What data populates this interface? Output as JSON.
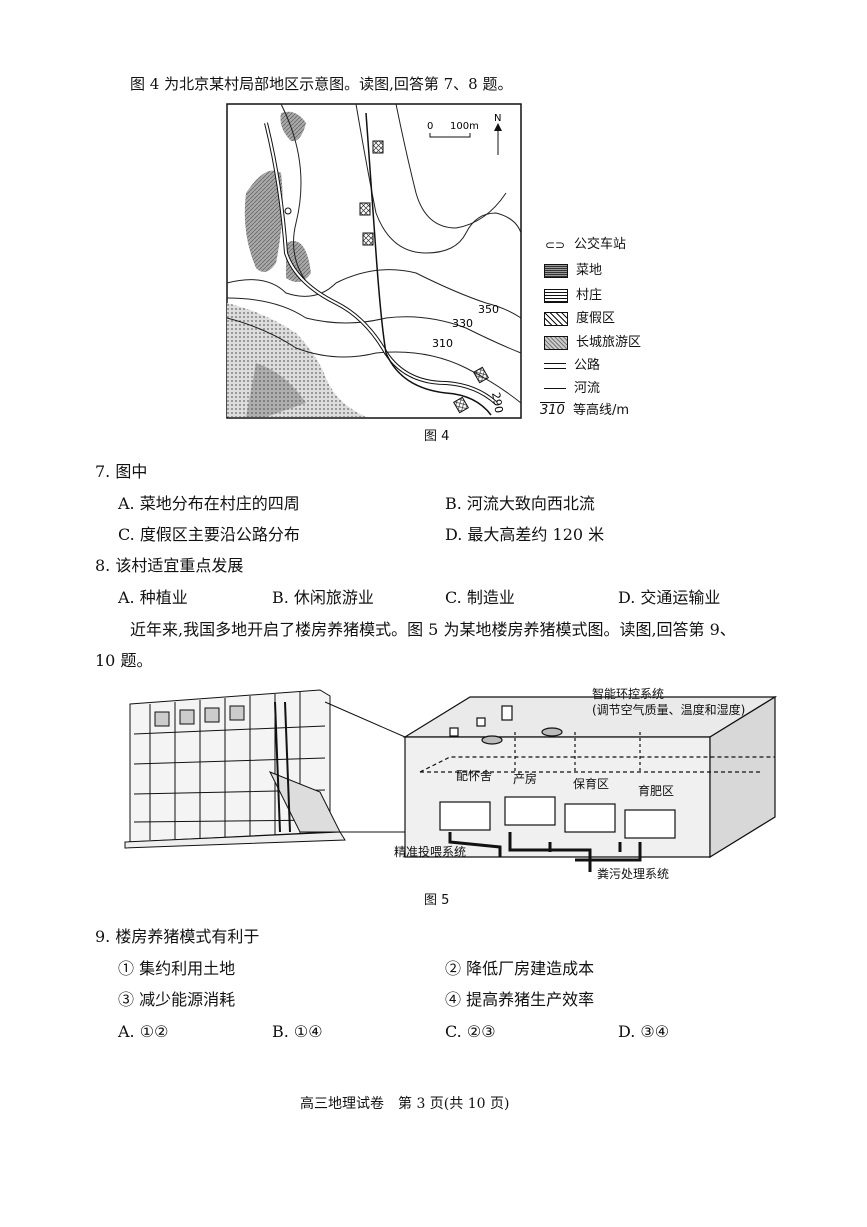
{
  "intro78": "图 4 为北京某村局部地区示意图。读图,回答第 7、8 题。",
  "map": {
    "scale_zero": "0",
    "scale_len": "100m",
    "north": "N",
    "contours": [
      "350",
      "330",
      "310",
      "290"
    ],
    "caption": "图 4"
  },
  "legend": [
    {
      "icon": "bus-stop-icon",
      "label": "公交车站"
    },
    {
      "icon": "vegetable-field-icon",
      "label": "菜地"
    },
    {
      "icon": "village-icon",
      "label": "村庄"
    },
    {
      "icon": "resort-icon",
      "label": "度假区"
    },
    {
      "icon": "great-wall-tourism-icon",
      "label": "长城旅游区"
    },
    {
      "icon": "road-icon",
      "label": "公路"
    },
    {
      "icon": "river-icon",
      "label": "河流"
    },
    {
      "icon": "contour-icon",
      "label": "等高线/m",
      "sample": "310"
    }
  ],
  "q7": {
    "stem": "7. 图中",
    "A": "A. 菜地分布在村庄的四周",
    "B": "B. 河流大致向西北流",
    "C": "C. 度假区主要沿公路分布",
    "D": "D. 最大高差约 120 米"
  },
  "q8": {
    "stem": "8. 该村适宜重点发展",
    "A": "A. 种植业",
    "B": "B. 休闲旅游业",
    "C": "C. 制造业",
    "D": "D. 交通运输业"
  },
  "intro910_l1": "近年来,我国多地开启了楼房养猪模式。图 5 为某地楼房养猪模式图。读图,回答第 9、",
  "intro910_l2": "10 题。",
  "fig5": {
    "env_l1": "智能环控系统",
    "env_l2": "(调节空气质量、温度和湿度)",
    "zones": [
      "配怀舍",
      "产房",
      "保育区",
      "育肥区"
    ],
    "feed": "精准投喂系统",
    "waste": "粪污处理系统",
    "caption": "图 5"
  },
  "q9": {
    "stem": "9. 楼房养猪模式有利于",
    "s1": "① 集约利用土地",
    "s2": "② 降低厂房建造成本",
    "s3": "③ 减少能源消耗",
    "s4": "④ 提高养猪生产效率",
    "A": "A. ①②",
    "B": "B. ①④",
    "C": "C. ②③",
    "D": "D. ③④"
  },
  "footer": "高三地理试卷　第 3 页(共 10 页)"
}
